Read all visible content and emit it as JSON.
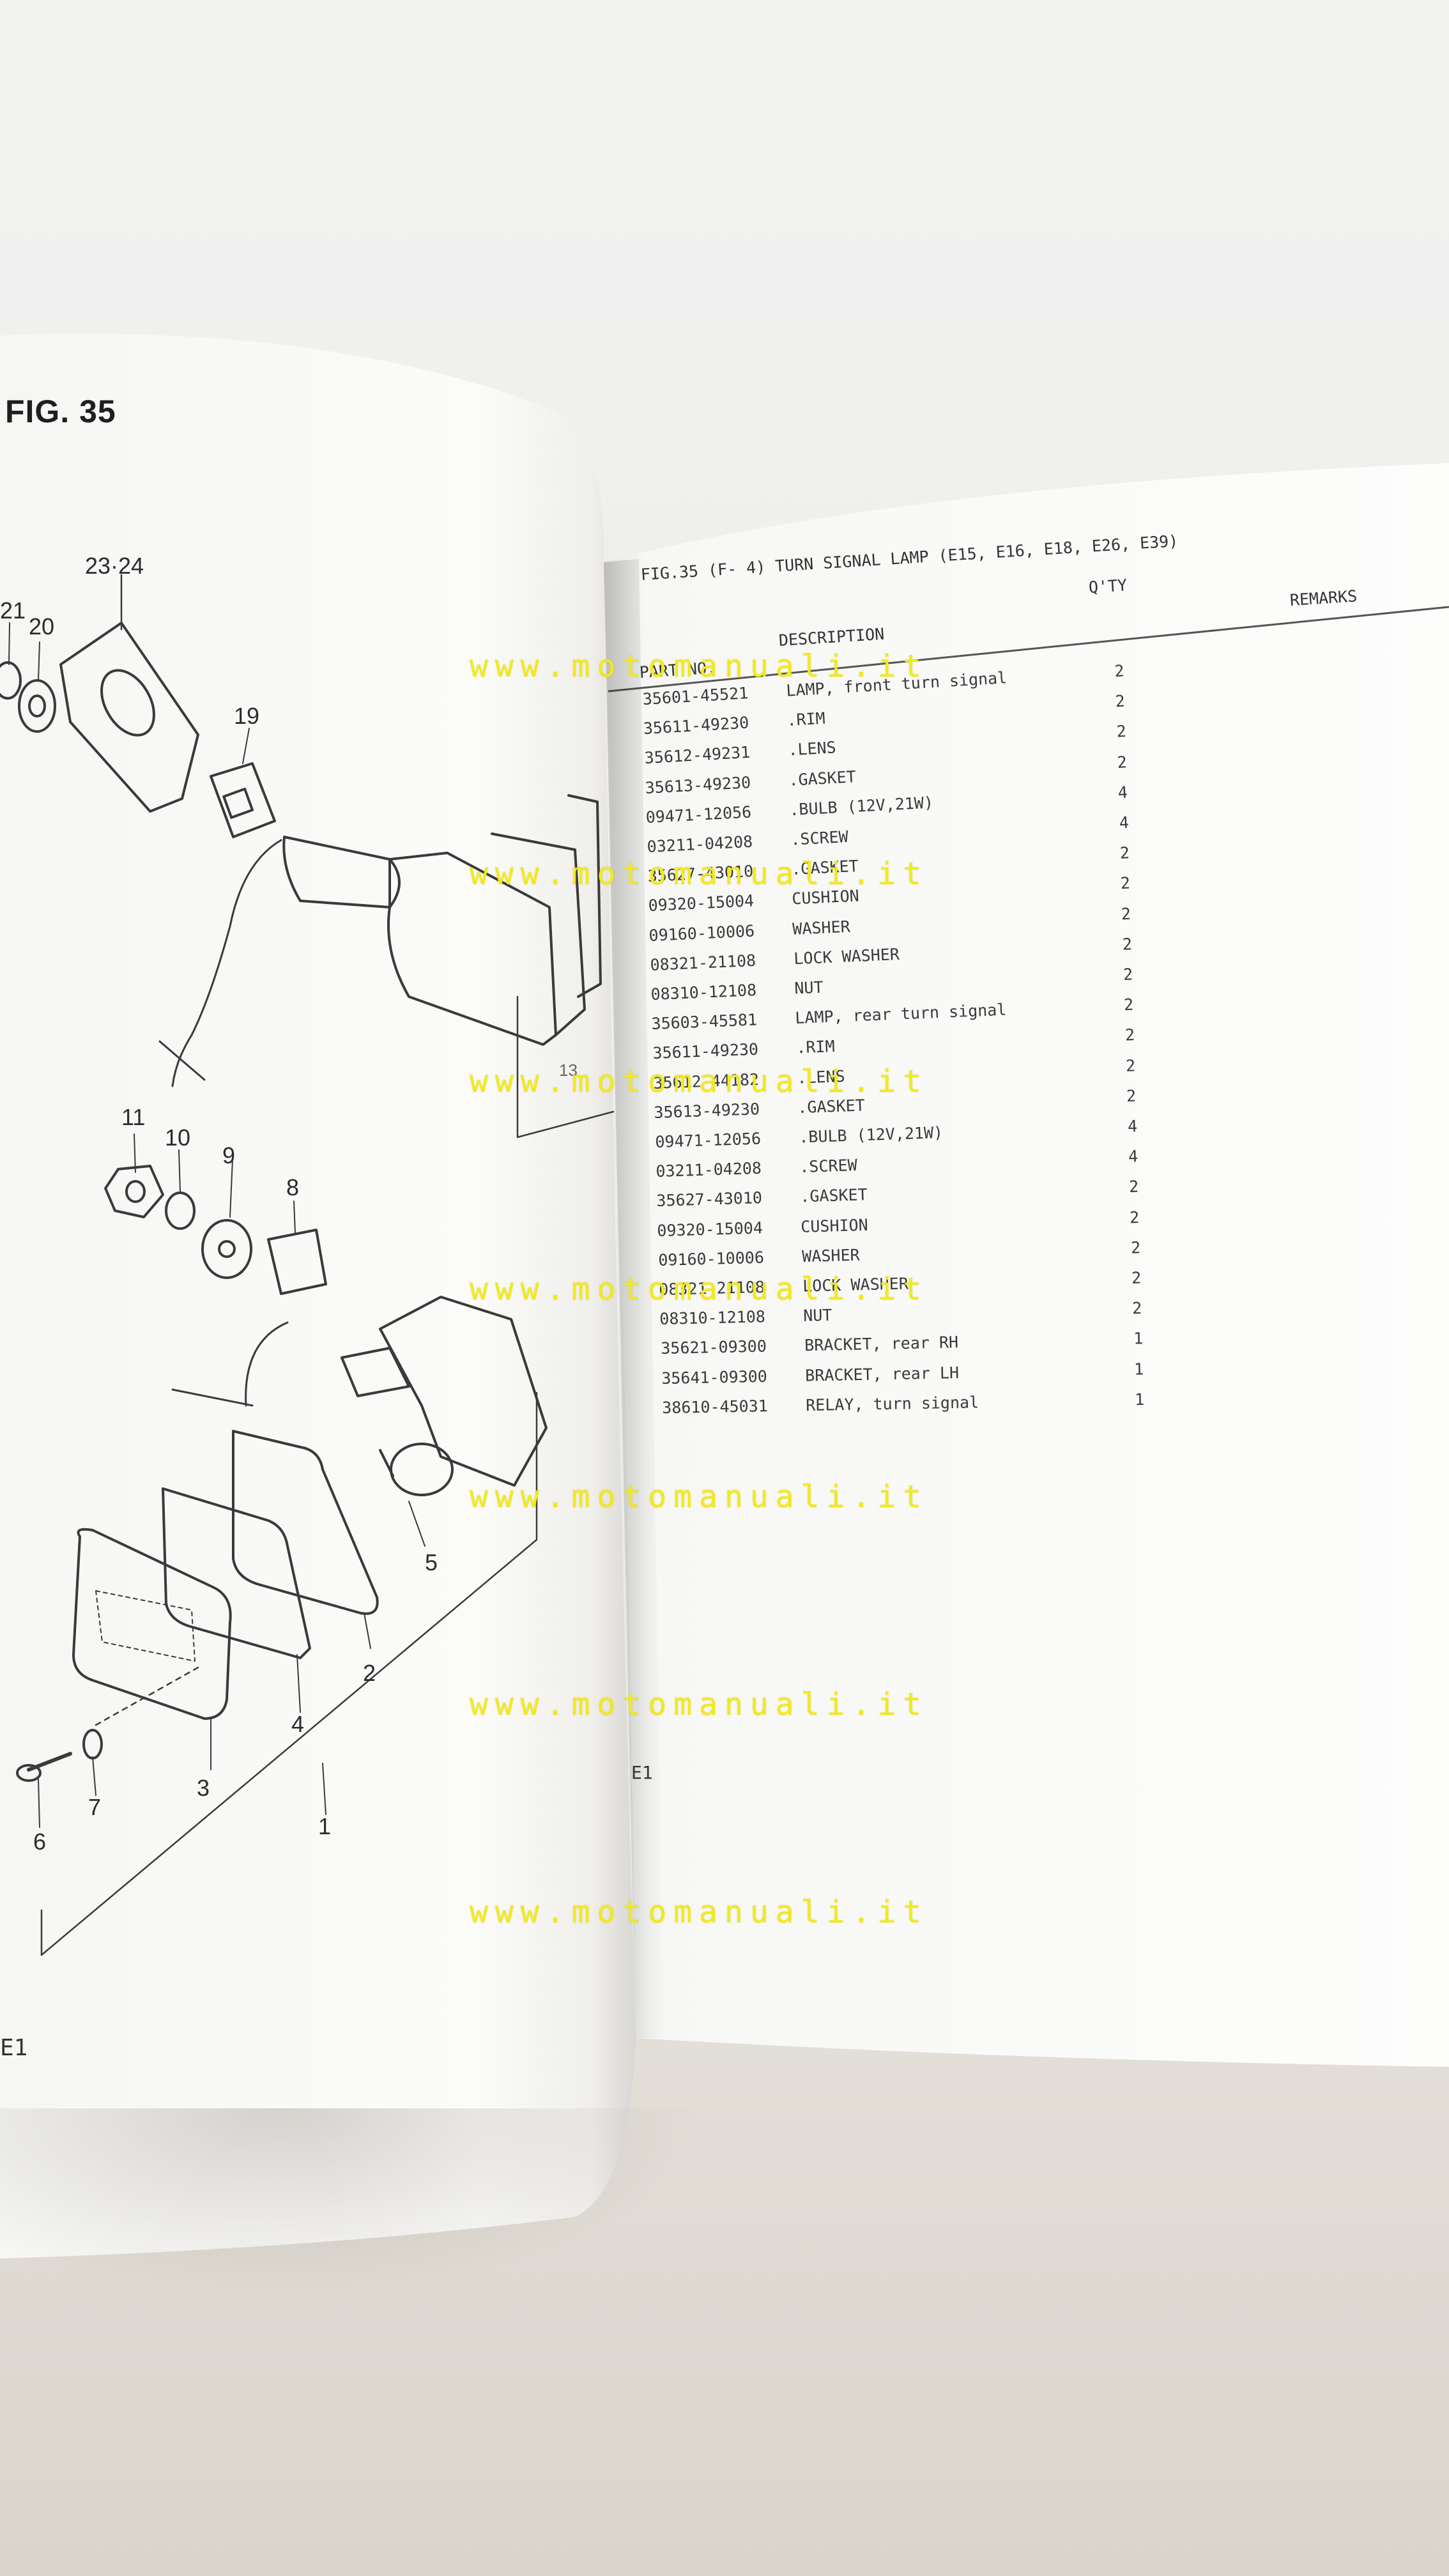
{
  "left_page": {
    "figure_title": "FIG. 35",
    "footer_code": "E1",
    "callouts": [
      "23·24",
      "21",
      "20",
      "19",
      "11",
      "10",
      "9",
      "8",
      "5",
      "2",
      "4",
      "3",
      "7",
      "6",
      "1",
      "13"
    ]
  },
  "right_page": {
    "section_title": "FIG.35 (F- 4) TURN SIGNAL LAMP (E15, E16, E18, E26, E39)",
    "columns": {
      "part_no": "PART NO.",
      "description": "DESCRIPTION",
      "qty": "Q'TY",
      "remarks": "REMARKS"
    },
    "rows": [
      {
        "part_no": "35601-45521",
        "description": "LAMP, front turn signal",
        "qty": "2"
      },
      {
        "part_no": "35611-49230",
        "description": ".RIM",
        "qty": "2"
      },
      {
        "part_no": "35612-49231",
        "description": ".LENS",
        "qty": "2"
      },
      {
        "part_no": "35613-49230",
        "description": ".GASKET",
        "qty": "2"
      },
      {
        "part_no": "09471-12056",
        "description": ".BULB (12V,21W)",
        "qty": "4"
      },
      {
        "part_no": "03211-04208",
        "description": ".SCREW",
        "qty": "4"
      },
      {
        "part_no": "35627-43010",
        "description": ".GASKET",
        "qty": "2"
      },
      {
        "part_no": "09320-15004",
        "description": "CUSHION",
        "qty": "2"
      },
      {
        "part_no": "09160-10006",
        "description": "WASHER",
        "qty": "2"
      },
      {
        "part_no": "08321-21108",
        "description": "LOCK WASHER",
        "qty": "2"
      },
      {
        "part_no": "08310-12108",
        "description": "NUT",
        "qty": "2"
      },
      {
        "part_no": "35603-45581",
        "description": "LAMP, rear turn signal",
        "qty": "2"
      },
      {
        "part_no": "35611-49230",
        "description": ".RIM",
        "qty": "2"
      },
      {
        "part_no": "35612-44182",
        "description": ".LENS",
        "qty": "2"
      },
      {
        "part_no": "35613-49230",
        "description": ".GASKET",
        "qty": "2"
      },
      {
        "part_no": "09471-12056",
        "description": ".BULB (12V,21W)",
        "qty": "4"
      },
      {
        "part_no": "03211-04208",
        "description": ".SCREW",
        "qty": "4"
      },
      {
        "part_no": "35627-43010",
        "description": ".GASKET",
        "qty": "2"
      },
      {
        "part_no": "09320-15004",
        "description": "CUSHION",
        "qty": "2"
      },
      {
        "part_no": "09160-10006",
        "description": "WASHER",
        "qty": "2"
      },
      {
        "part_no": "08321-21108",
        "description": "LOCK WASHER",
        "qty": "2"
      },
      {
        "part_no": "08310-12108",
        "description": "NUT",
        "qty": "2"
      },
      {
        "part_no": "35621-09300",
        "description": "BRACKET, rear RH",
        "qty": "1"
      },
      {
        "part_no": "35641-09300",
        "description": "BRACKET, rear LH",
        "qty": "1"
      },
      {
        "part_no": "38610-45031",
        "description": "RELAY, turn signal",
        "qty": "1"
      }
    ],
    "footer_code": "E1"
  },
  "watermark": {
    "text": "www.motomanuali.it",
    "color": "#f2ea1a"
  },
  "colors": {
    "paper": "#fbfbf9",
    "ink": "#2f2f2f",
    "backdrop": "#ececeb",
    "table_surface": "#dcd7cf"
  }
}
